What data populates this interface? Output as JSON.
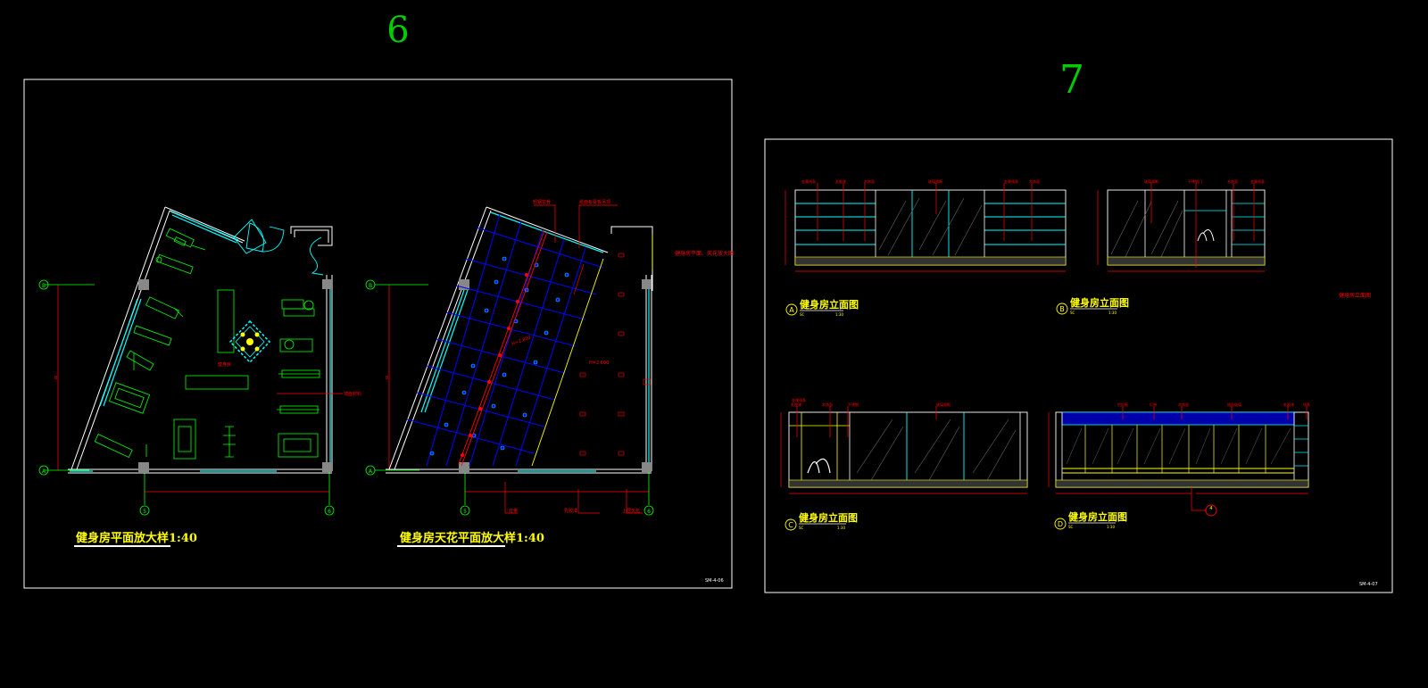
{
  "sheet_numbers": {
    "left": "6",
    "right": "7"
  },
  "left_sheet": {
    "plan_title": "健身房平面放大样1:40",
    "ceiling_title": "健身房天花平面放大样1:40",
    "sheet_code": "SM-4-06",
    "grid_labels": {
      "row_b": "B",
      "row_a": "A",
      "col_5": "5",
      "col_6": "6"
    },
    "plan_room_label": "健身房",
    "plan_side_label": "墙面材料",
    "ceiling_note_top1": "轻钢龙骨",
    "ceiling_note_top2": "纸面石膏板吊顶",
    "ceiling_note_right": "健身房平面、天花放大图",
    "ceiling_center_label": "H=2.800",
    "ceiling_bottom_notes": [
      "灯带",
      "乳胶漆",
      "上层天花"
    ]
  },
  "right_sheet": {
    "sheet_code": "SM-4-07",
    "side_note": "健身房立面图",
    "elevations": [
      {
        "tag": "A",
        "title": "健身房立面图",
        "sub_left": "SC",
        "sub_right": "1:30"
      },
      {
        "tag": "B",
        "title": "健身房立面图",
        "sub_left": "SC",
        "sub_right": "1:30"
      },
      {
        "tag": "C",
        "title": "健身房立面图",
        "sub_left": "SC",
        "sub_right": "1:30"
      },
      {
        "tag": "D",
        "title": "健身房立面图",
        "sub_left": "SC",
        "sub_right": "1:30"
      }
    ],
    "detail_marker": "4"
  },
  "colors": {
    "background": "#000000",
    "frame": "#ffffff",
    "wall": "#00ffff",
    "furniture": "#00ff00",
    "annotation": "#ff0000",
    "grid": "#0000ff",
    "title": "#ffff00",
    "sheet_number": "#00cc00"
  }
}
